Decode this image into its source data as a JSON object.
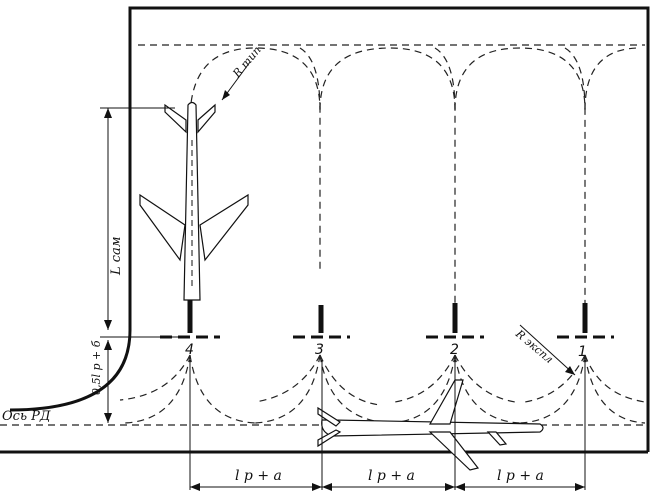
{
  "labels": {
    "taxiway_axis": "Ось РД",
    "r_tip": "R тип",
    "r_expl": "R экспл",
    "l_sam": "L сам",
    "offset": "0,5l р + б",
    "spacing": "l р + a"
  },
  "stands": [
    "4",
    "3",
    "2",
    "1"
  ]
}
